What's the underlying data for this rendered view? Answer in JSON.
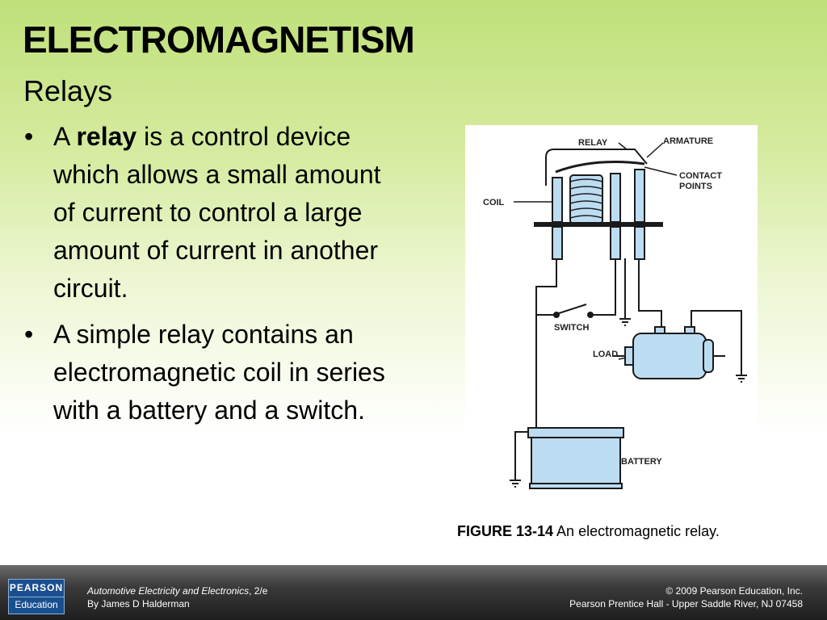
{
  "slide": {
    "title": "ELECTROMAGNETISM",
    "subtitle": "Relays",
    "bullets": [
      {
        "prefix": "A ",
        "bold": "relay",
        "rest": " is a control device which allows a small amount of current to control a large amount of current in another circuit."
      },
      {
        "text": "A simple relay contains an electromagnetic coil in series with a battery and a switch."
      }
    ]
  },
  "figure": {
    "labels": {
      "relay": "RELAY",
      "armature": "ARMATURE",
      "contact_points_1": "CONTACT",
      "contact_points_2": "POINTS",
      "coil": "COIL",
      "switch": "SWITCH",
      "load": "LOAD",
      "battery": "BATTERY"
    },
    "colors": {
      "fill": "#bcdcf2",
      "line": "#1a1a1a"
    }
  },
  "caption": {
    "label": "FIGURE 13-14",
    "text": " An electromagnetic relay."
  },
  "footer": {
    "logo_top": "PEARSON",
    "logo_bottom": "Education",
    "book_title": "Automotive Electricity and Electronics",
    "edition": ", 2/e",
    "author": "By James D Halderman",
    "copyright": "© 2009 Pearson Education, Inc.",
    "publisher": "Pearson Prentice Hall - Upper Saddle River, NJ 07458"
  }
}
